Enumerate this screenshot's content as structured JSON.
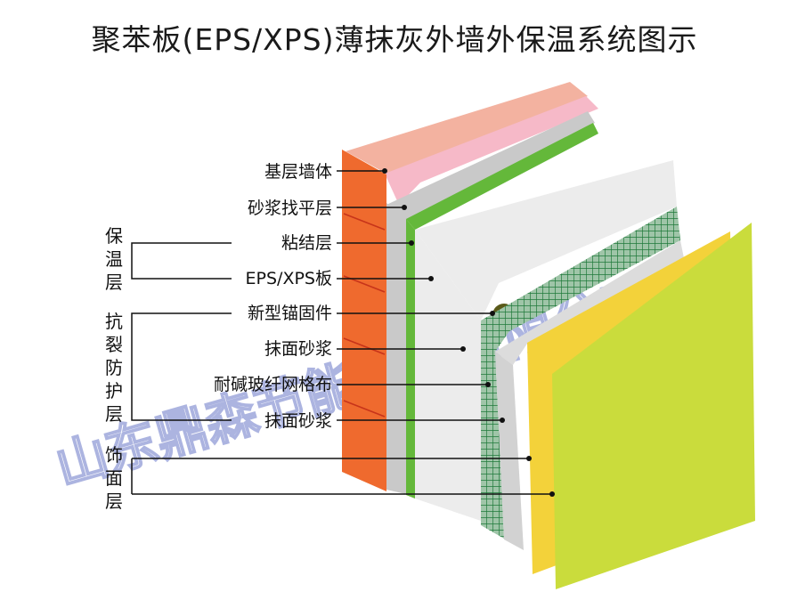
{
  "title": "聚苯板(EPS/XPS)薄抹灰外墙外保温系统图示",
  "labels": [
    "基层墙体",
    "砂浆找平层",
    "粘结层",
    "EPS/XPS板",
    "新型锚固件",
    "抹面砂浆",
    "耐碱玻纤网格布",
    "抹面砂浆"
  ],
  "groups": [
    {
      "chars": [
        "保",
        "温",
        "层"
      ]
    },
    {
      "chars": [
        "抗",
        "裂",
        "防",
        "护",
        "层"
      ]
    },
    {
      "chars": [
        "饰",
        "面",
        "层"
      ]
    }
  ],
  "watermark": "山东鼎森节能材料有限公司",
  "colors": {
    "brick": "#ef6a2e",
    "brick_top": "#f3b2a0",
    "cap": "#f6b9c8",
    "mortar": "#c9c9c9",
    "adhesive": "#64b83a",
    "eps_board": "#ececec",
    "mesh": "#2e9a4a",
    "finish_yellow": "#f3d23a",
    "finish_green": "#cadc3c"
  }
}
